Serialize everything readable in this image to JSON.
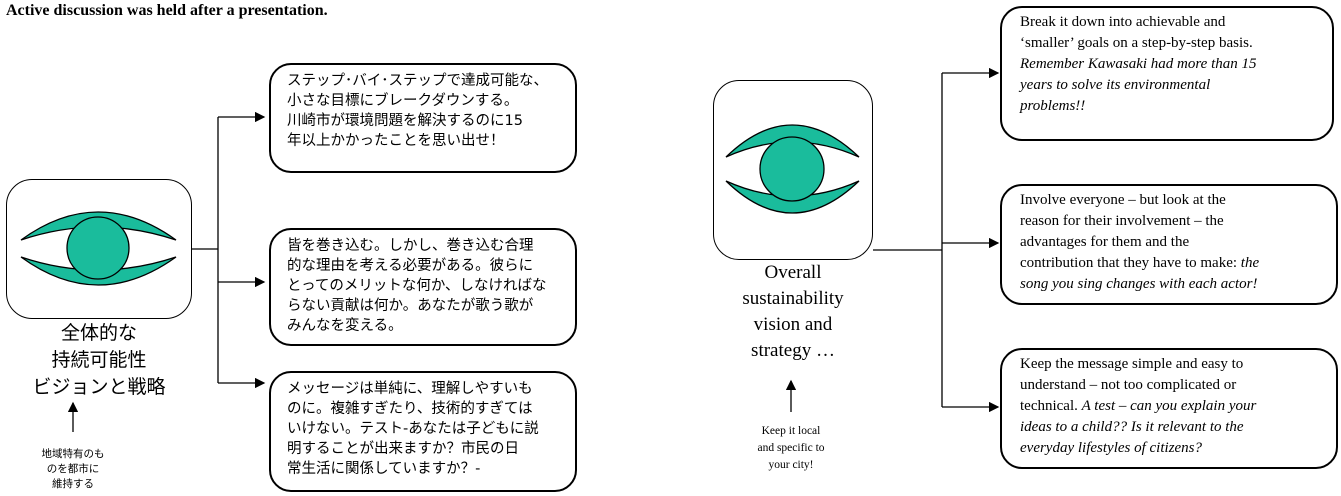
{
  "heading": "Active discussion was held after a presentation.",
  "left": {
    "caption": [
      "全体的な",
      "持続可能性",
      "ビジョンと戦略"
    ],
    "note": [
      "地域特有のも",
      "のを都市に",
      "維持する"
    ],
    "boxes": [
      [
        "ステップ･バイ･ステップで達成可能な、",
        "小さな目標にブレークダウンする。",
        "川崎市が環境問題を解決するのに15",
        "年以上かかったことを思い出せ！"
      ],
      [
        "皆を巻き込む。しかし、巻き込む合理",
        "的な理由を考える必要がある。彼らに",
        "とってのメリットな何か、しなければな",
        "らない貢献は何か。あなたが歌う歌が",
        "みんなを変える。"
      ],
      [
        "メッセージは単純に、理解しやすいも",
        "のに。複雑すぎたり、技術的すぎては",
        "いけない。テスト-あなたは子どもに説",
        "明することが出来ますか？市民の日",
        "常生活に関係していますか？-"
      ]
    ]
  },
  "right": {
    "caption": [
      "Overall",
      "sustainability",
      "vision and",
      "strategy …"
    ],
    "note": [
      "Keep it local",
      "and specific to",
      "your city!"
    ],
    "box1": {
      "plain": [
        "Break it down into achievable and",
        "‘smaller’ goals on a step-by-step basis."
      ],
      "italic": [
        "Remember Kawasaki had more than 15",
        "years to solve its environmental",
        "problems!!"
      ]
    },
    "box2": {
      "plain": [
        "Involve everyone – but look at the",
        "reason for their involvement – the",
        "advantages for them and the",
        "contribution that they have to make: "
      ],
      "italic_inline": "the",
      "italic": [
        "song you sing changes with each actor!"
      ]
    },
    "box3": {
      "plain": [
        "Keep the message simple and easy to",
        "understand – not too complicated or",
        "technical. "
      ],
      "italic_inline": " A test – can you explain your",
      "italic": [
        "ideas to a child?? Is it relevant to the",
        "everyday lifestyles of citizens?"
      ]
    }
  },
  "colors": {
    "eye": "#1abc9c",
    "ink": "#000000"
  }
}
